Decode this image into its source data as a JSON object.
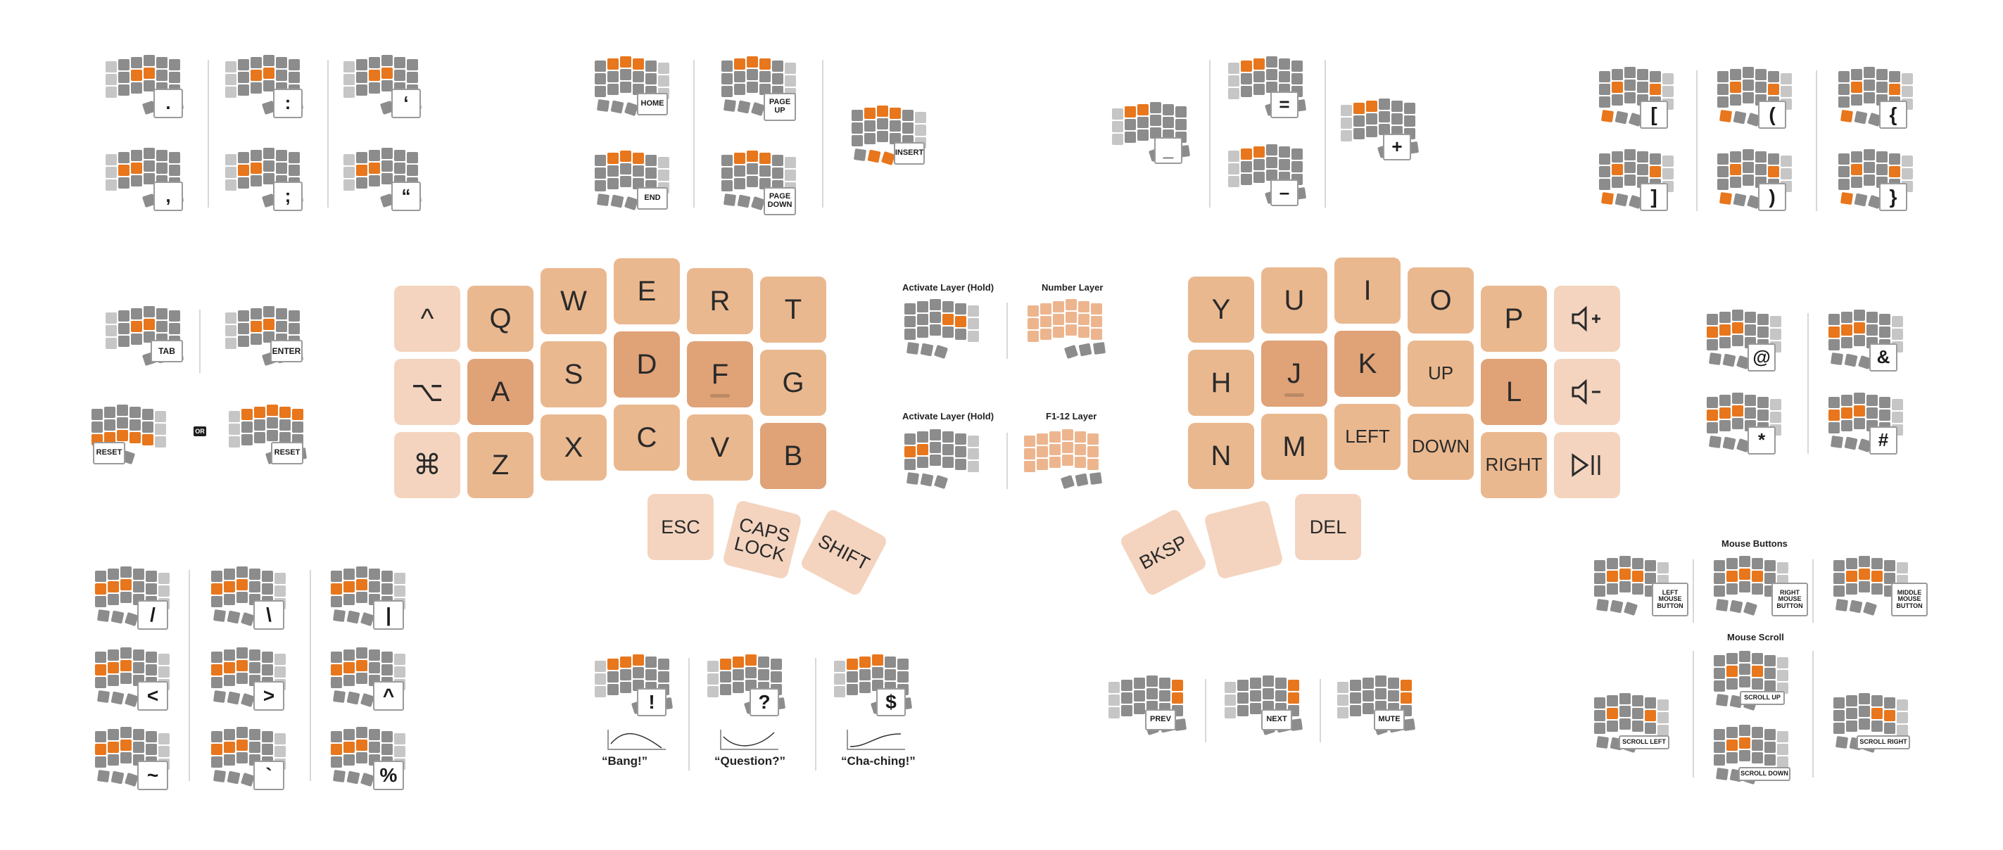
{
  "colors": {
    "highlight": "#e8761c",
    "key_dark": "#8c8c8c",
    "key_light": "#c6c6c6",
    "main_tint_1": "#f4d4bf",
    "main_tint_2": "#eab88f",
    "main_tint_3": "#e0a277"
  },
  "main": {
    "left_keys": [
      "^",
      "⌥",
      "⌘",
      "Q",
      "A",
      "Z",
      "W",
      "S",
      "X",
      "E",
      "D",
      "C",
      "R",
      "F",
      "V",
      "T",
      "G",
      "B"
    ],
    "left_thumbs": [
      "ESC",
      "CAPS\nLOCK",
      "SHIFT"
    ],
    "right_keys": [
      "Y",
      "H",
      "N",
      "U",
      "J",
      "M",
      "I",
      "K",
      "LEFT",
      "O",
      "UP",
      "DOWN",
      "P",
      "L",
      "RIGHT",
      "volume-up-icon",
      "volume-down-icon",
      "play-pause-icon"
    ],
    "right_thumbs": [
      "BKSP",
      "",
      "DEL"
    ]
  },
  "layers": {
    "activate_hold_1": "Activate Layer (Hold)",
    "number_layer": "Number Layer",
    "activate_hold_2": "Activate Layer (Hold)",
    "f_layer": "F1-12 Layer"
  },
  "groups": {
    "punct_top_left": [
      ".",
      ":",
      "‘",
      ",",
      ";",
      "“"
    ],
    "nav": [
      "HOME",
      "PAGE\nUP",
      "INSERT",
      "END",
      "PAGE\nDOWN"
    ],
    "math": [
      "_",
      "=",
      "+",
      "–"
    ],
    "brackets": [
      "[",
      "(",
      "{",
      "]",
      ")",
      "}"
    ],
    "tab_enter": [
      "TAB",
      "ENTER"
    ],
    "reset": [
      "RESET",
      "RESET"
    ],
    "or_label": "OR",
    "symbols_right": [
      "@",
      "&",
      "*",
      "#"
    ],
    "symbols_bottom_left": [
      "/",
      "\\",
      "|",
      "<",
      ">",
      "^",
      "~",
      "`",
      "%"
    ],
    "sound_symbols": [
      "!",
      "?",
      "$"
    ],
    "sound_names": [
      "“Bang!”",
      "“Question?”",
      "“Cha-ching!”"
    ],
    "media": [
      "PREV",
      "NEXT",
      "MUTE"
    ],
    "mouse_buttons_title": "Mouse Buttons",
    "mouse_buttons": [
      "LEFT\nMOUSE\nBUTTON",
      "RIGHT\nMOUSE\nBUTTON",
      "MIDDLE\nMOUSE\nBUTTON"
    ],
    "mouse_scroll_title": "Mouse Scroll",
    "mouse_scroll": [
      "SCROLL UP",
      "SCROLL LEFT",
      "SCROLL DOWN",
      "SCROLL RIGHT"
    ]
  }
}
